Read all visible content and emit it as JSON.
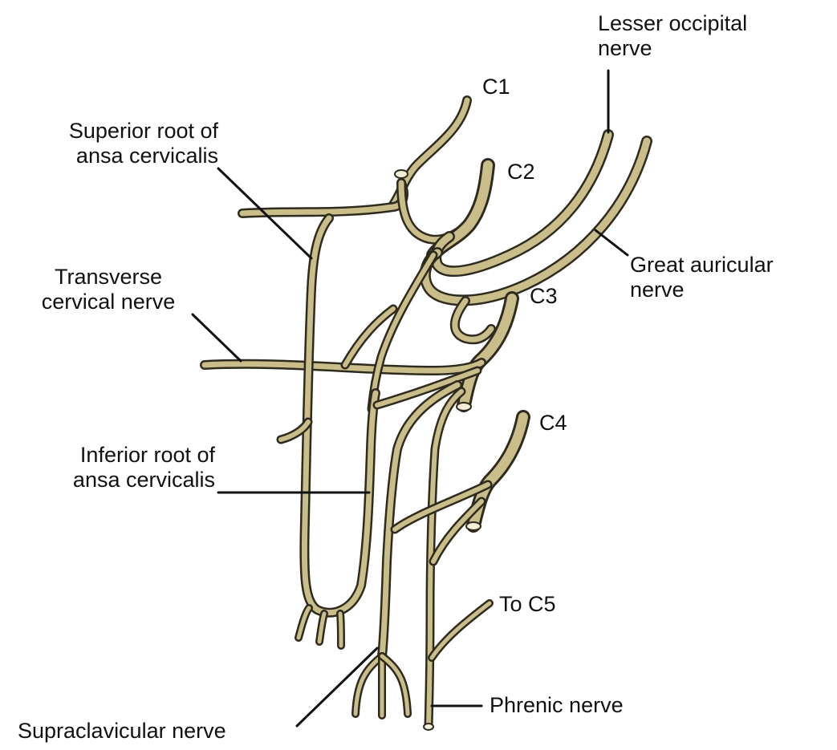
{
  "labels": {
    "lesser_occipital": [
      "Lesser occipital",
      "nerve"
    ],
    "c1": "C1",
    "c2": "C2",
    "c3": "C3",
    "c4": "C4",
    "to_c5": "To C5",
    "superior_root": [
      "Superior root of",
      "ansa cervicalis"
    ],
    "transverse_cervical": [
      "Transverse",
      "cervical nerve"
    ],
    "great_auricular": [
      "Great auricular",
      "nerve"
    ],
    "inferior_root": [
      "Inferior root of",
      "ansa cervicalis"
    ],
    "phrenic": "Phrenic nerve",
    "supraclavicular": "Supraclavicular nerve"
  },
  "colors": {
    "nerve_fill": "#c9bd8a",
    "nerve_outline": "#2e2b1e",
    "label_text": "#111111",
    "background": "#ffffff"
  }
}
